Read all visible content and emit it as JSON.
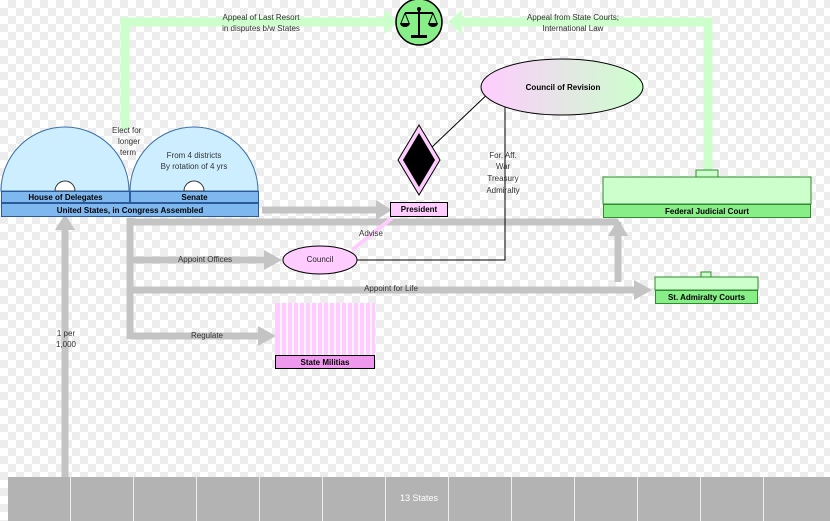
{
  "title": "",
  "nodes": {
    "house_of_delegates": "House of Delegates",
    "senate": "Senate",
    "congress": "United States, in Congress Assembled",
    "president": "President",
    "council_of_revision": "Council of Revision",
    "council": "Council",
    "federal_judicial_court": "Federal Judicial Court",
    "st_admiralty_courts": "St. Admiralty Courts",
    "state_militias": "State Militias",
    "thirteen_states": "13 States"
  },
  "edges": {
    "appeal_last_resort_1": "Appeal of Last Resort",
    "appeal_last_resort_2": "in disputes b/w States",
    "appeal_state_courts_1": "Appeal from State Courts;",
    "appeal_state_courts_2": "International Law",
    "elect_1": "Elect for",
    "elect_2": "longer",
    "elect_3": "term",
    "senate_districts_1": "From 4 districts",
    "senate_districts_2": "By rotation of 4 yrs",
    "for_aff": "For. Aff.",
    "war": "War",
    "treasury": "Treasury",
    "admiralty": "Admiralty",
    "advise": "Advise",
    "appoint_offices": "Appoint Offices",
    "appoint_for_life": "Appoint for Life",
    "regulate": "Regulate",
    "one_per_1": "1 per",
    "one_per_2": "1,000"
  },
  "colors": {
    "blue_fill": "#cceeff",
    "blue_dark": "#7fb8ef",
    "green_fill": "#ccffcc",
    "green_dark": "#88ee88",
    "pink": "#ffccff",
    "pink_dark": "#ee99ee",
    "gray_arrow": "#bbbbbb",
    "scales_green": "#88ee88"
  },
  "icons": [
    "scales-of-justice-icon",
    "diamond-icon"
  ]
}
